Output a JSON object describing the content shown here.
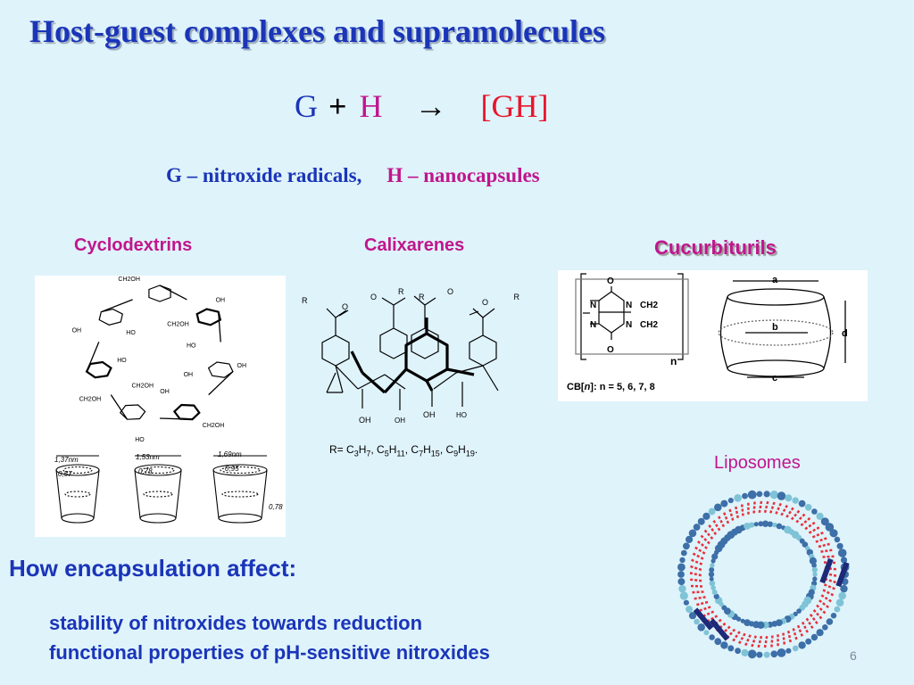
{
  "title": "Host-guest complexes and supramolecules",
  "equation": {
    "g": "G",
    "plus": "+",
    "h": "H",
    "arrow": "→",
    "gh": "[GH]"
  },
  "legend": {
    "g": "G – nitroxide radicals,",
    "h": "H – nanocapsules"
  },
  "columns": {
    "cyclodextrins": "Cyclodextrins",
    "calixarenes": "Calixarenes",
    "cucurbiturils": "Cucurbiturils",
    "liposomes": "Liposomes"
  },
  "cd_figure": {
    "ring_labels": [
      "CH2OH",
      "CH2OH",
      "OH",
      "HO",
      "OH",
      "OH",
      "CH2OH",
      "OH",
      "HO",
      "CH2OH",
      "CH2OH",
      "HO",
      "OH",
      "HO",
      "CH2OH"
    ],
    "cones": [
      {
        "top": "1,37nm",
        "inner": "0,57"
      },
      {
        "top": "1,53nm",
        "inner": "0,78"
      },
      {
        "top": "1,69nm",
        "inner": "0,95"
      }
    ],
    "height": "0,78"
  },
  "cx_figure": {
    "r_labels": [
      "R",
      "R",
      "R",
      "R"
    ],
    "o_labels": [
      "O",
      "O",
      "O",
      "O"
    ],
    "oh_labels": [
      "OH",
      "OH",
      "OH",
      "HO"
    ],
    "r_formula": {
      "prefix": "R= C",
      "parts": [
        [
          "3",
          "7"
        ],
        [
          "5",
          "11"
        ],
        [
          "7",
          "15"
        ],
        [
          "9",
          "19"
        ]
      ]
    }
  },
  "cb_figure": {
    "atoms": [
      "O",
      "N",
      "N",
      "N",
      "N",
      "O",
      "CH2",
      "CH2"
    ],
    "n_label": "n",
    "caption_prefix": "CB[",
    "caption_n": "n",
    "caption_suffix": "]: ",
    "caption_values": "n = 5, 6, 7, 8",
    "dims": {
      "a": "a",
      "b": "b",
      "c": "c",
      "d": "d"
    }
  },
  "how": {
    "heading": "How encapsulation affect:",
    "items": [
      "stability of nitroxides towards reduction",
      "functional properties of pH-sensitive nitroxides"
    ]
  },
  "page_number": "6",
  "colors": {
    "title": "#1a35b8",
    "accent": "#c0168c",
    "red": "#e8152b",
    "background": "#dff3fb"
  }
}
